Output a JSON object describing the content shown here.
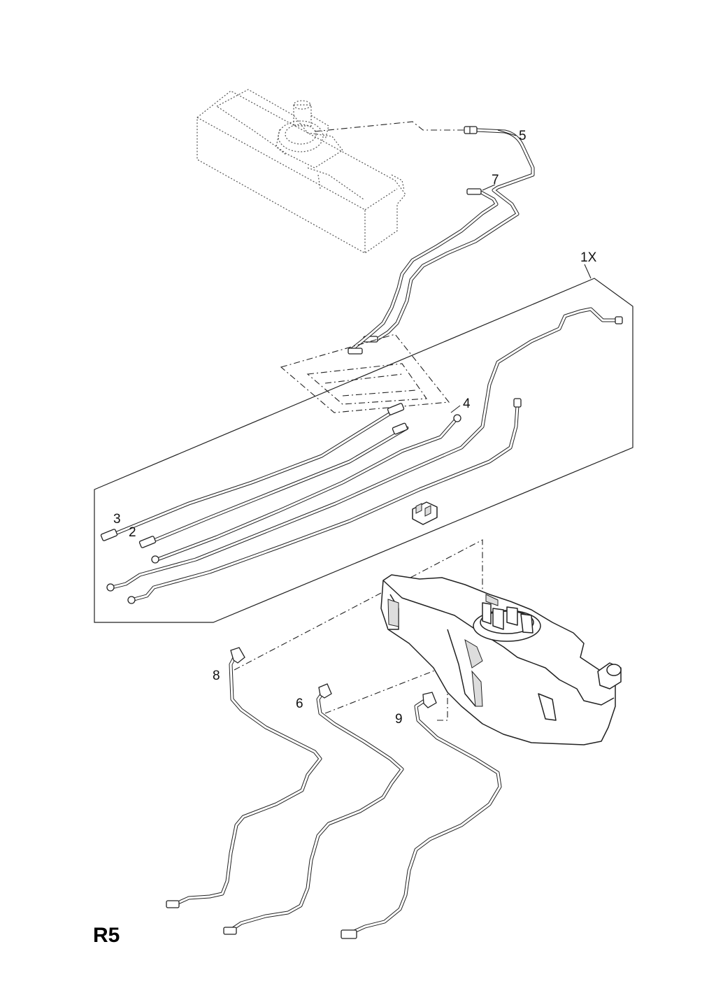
{
  "diagram": {
    "kit_label": "1X",
    "page_reference": "R5",
    "callouts": [
      "5",
      "7",
      "4",
      "3",
      "2",
      "8",
      "6",
      "9"
    ]
  }
}
